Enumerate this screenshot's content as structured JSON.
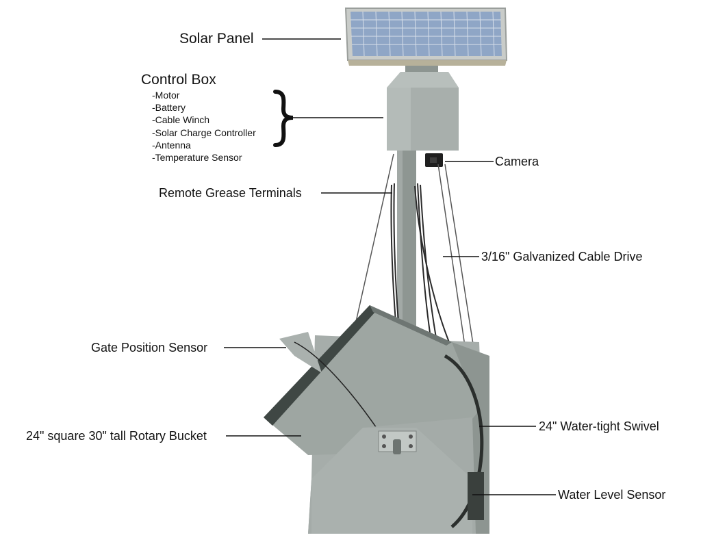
{
  "labels": {
    "solar_panel": "Solar Panel",
    "control_box": "Control Box",
    "camera": "Camera",
    "remote_grease": "Remote Grease Terminals",
    "cable_drive": "3/16\" Galvanized Cable Drive",
    "gate_sensor": "Gate Position Sensor",
    "rotary_bucket": "24\" square 30\" tall Rotary Bucket",
    "swivel": "24\" Water-tight Swivel",
    "water_level": "Water Level Sensor"
  },
  "control_box_items": [
    "-Motor",
    "-Battery",
    "-Cable Winch",
    "-Solar Charge Controller",
    "-Antenna",
    "-Temperature Sensor"
  ],
  "colors": {
    "body": "#a8afac",
    "body_dark": "#8d9591",
    "panel_cell": "#8fa6c6",
    "panel_frame": "#c9ccc9",
    "bucket_edge": "#3f4744"
  }
}
